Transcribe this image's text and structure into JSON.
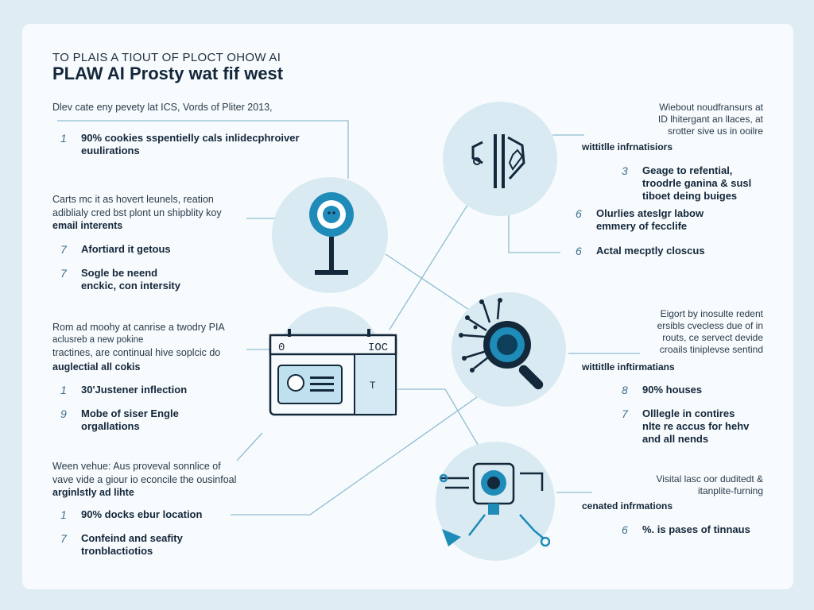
{
  "header": {
    "supertitle": "TO PLAIS A TIOUT OF PLOCT OHOW AI",
    "title": "PLAW AI Prosty wat fif west"
  },
  "left": {
    "section1": {
      "intro": "Dlev cate eny pevety lat ICS, Vords of Pliter 2013,",
      "items": [
        {
          "num": "1",
          "text": "90% cookies sspentielly cals inlidecphroiver\neuulirations"
        }
      ]
    },
    "section2": {
      "intro1": "Carts mc it as hovert leunels, reation",
      "intro2": "adiblialy cred bst plont un shipblity koy",
      "intro3": "email interents",
      "items": [
        {
          "num": "7",
          "text": "Afortiard it getous"
        },
        {
          "num": "7",
          "text": "Sogle be neend\nenckic, con intersity"
        }
      ]
    },
    "section3": {
      "intro1": "Rom ad moohy at canrise a twodry PIA",
      "intro2": "aclusreb a new pokine",
      "intro3": "tractines, are continual hive soplcic do",
      "intro4": "auglectial all cokis",
      "items": [
        {
          "num": "1",
          "text": "30'Justener inflection"
        },
        {
          "num": "9",
          "text": "Mobe of siser Engle\norgallations"
        }
      ]
    },
    "section4": {
      "intro1": "Ween vehue: Aus proveval sonnlice of",
      "intro2": "vave vide a giour io econcile the ousinfoal",
      "intro3": "arginlstly ad lihte",
      "items": [
        {
          "num": "1",
          "text": "90% docks ebur location"
        },
        {
          "num": "7",
          "text": "Confeind and seafity\ntronblactiotios"
        }
      ]
    }
  },
  "right": {
    "section1": {
      "note": "Wiebout noudfransurs at\nID lhitergant an llaces, at\nsrotter sive us in ooilre",
      "label": "wittitlle infrnatisiors",
      "items": [
        {
          "num": "3",
          "text": "Geage to refential,\ntroodrle ganina & susl\ntiboet deing buiges"
        },
        {
          "num": "6",
          "text": "Olurlies ateslgr labow\nemmery of fecclife"
        },
        {
          "num": "6",
          "text": "Actal mecptly closcus"
        }
      ]
    },
    "section2": {
      "note": "Eigort by inosulte redent\nersibls cvecless due of in\nrouts, ce servect devide\ncroails tiniplevse sentind",
      "label": "wittitlle inftirmatians",
      "items": [
        {
          "num": "8",
          "text": "90% houses"
        },
        {
          "num": "7",
          "text": "Olllegle in contires\nnlte re accus for hehv\nand all nends"
        }
      ]
    },
    "section3": {
      "note": "Visital lasc oor duditedt &\nitanplite-furning",
      "label": "cenated infrmations",
      "items": [
        {
          "num": "6",
          "text": "%. is pases of tinnaus"
        }
      ]
    }
  },
  "center": {
    "device_left_label": "0",
    "device_right_label": "IOC",
    "device_side_label": "T"
  },
  "colors": {
    "accent": "#1e8bb8",
    "dark": "#14283b",
    "circle": "#d9eaf2",
    "line": "#8fbdd1"
  }
}
